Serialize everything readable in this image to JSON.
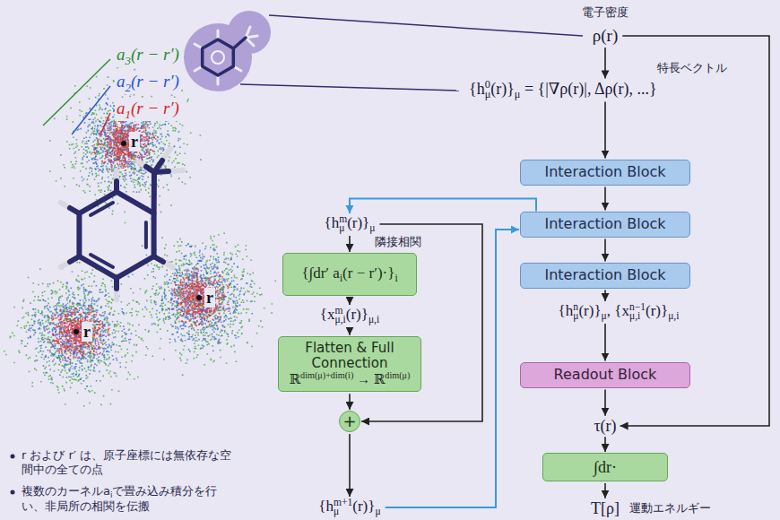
{
  "diagram": {
    "nodes": [
      {
        "text": [
          "ρ(r)"
        ]
      },
      {
        "text": [
          "{h0μ(r)}μ = {|∇ρ(r)|, Δρ(r), ...}"
        ]
      },
      {
        "text": [
          "Interaction Block"
        ]
      },
      {
        "text": [
          "Interaction Block"
        ]
      },
      {
        "text": [
          "Interaction Block"
        ]
      },
      {
        "text": [
          "{hnμ(r)}μ, {xn−1μ,i(r)}μ,i"
        ]
      },
      {
        "text": [
          "Readout Block"
        ]
      },
      {
        "text": [
          "τ(r)"
        ]
      },
      {
        "text": [
          "∫dr·"
        ]
      },
      {
        "text": [
          "T[ρ]"
        ]
      },
      {
        "text": [
          "{hmμ(r)}μ"
        ]
      },
      {
        "text": [
          "{∫dr′ ai(r − r′)·}i"
        ]
      },
      {
        "text": [
          "{xmμ,i(r)}μ,i"
        ]
      },
      {
        "text": [
          "Flatten & Full Connection",
          "ℝdim(μ)+dim(i) → ℝdim(μ)"
        ]
      },
      {
        "text": [
          "+"
        ]
      },
      {
        "text": [
          "{hm+1μ(r)}μ"
        ]
      }
    ],
    "edges": [
      {
        "from": 0,
        "to": 1,
        "arrow": "to"
      },
      {
        "from": 1,
        "to": 2,
        "arrow": "to"
      },
      {
        "from": 2,
        "to": 3,
        "arrow": "to"
      },
      {
        "from": 3,
        "to": 4,
        "arrow": "to"
      },
      {
        "from": 4,
        "to": 5,
        "arrow": "to"
      },
      {
        "from": 5,
        "to": 6,
        "arrow": "to"
      },
      {
        "from": 6,
        "to": 7,
        "arrow": "to"
      },
      {
        "from": 7,
        "to": 8,
        "arrow": "to"
      },
      {
        "from": 8,
        "to": 9,
        "arrow": "to"
      },
      {
        "from": 0,
        "to": 7,
        "arrow": "to"
      },
      {
        "from": 3,
        "to": 10,
        "arrow": "to"
      },
      {
        "from": 10,
        "to": 11,
        "arrow": "to"
      },
      {
        "from": 11,
        "to": 12,
        "arrow": "to"
      },
      {
        "from": 12,
        "to": 13,
        "arrow": "to"
      },
      {
        "from": 13,
        "to": 14,
        "arrow": "to"
      },
      {
        "from": 10,
        "to": 14,
        "arrow": "to"
      },
      {
        "from": 14,
        "to": 15,
        "arrow": "to"
      },
      {
        "from": 15,
        "to": 3,
        "arrow": "to"
      }
    ],
    "labels": [
      "電子密度",
      "特長ベクトル",
      "隣接相関",
      "運動エネルギー",
      "a3(r − r′)",
      "a2(r − r′)",
      "a1(r − r′)",
      "r",
      "r",
      "r",
      "r および r′ は、原子座標には無依存な空間中の全ての点",
      "複数のカーネルaiで畳み込み積分を行い、非局所の相関を伝搬"
    ]
  }
}
